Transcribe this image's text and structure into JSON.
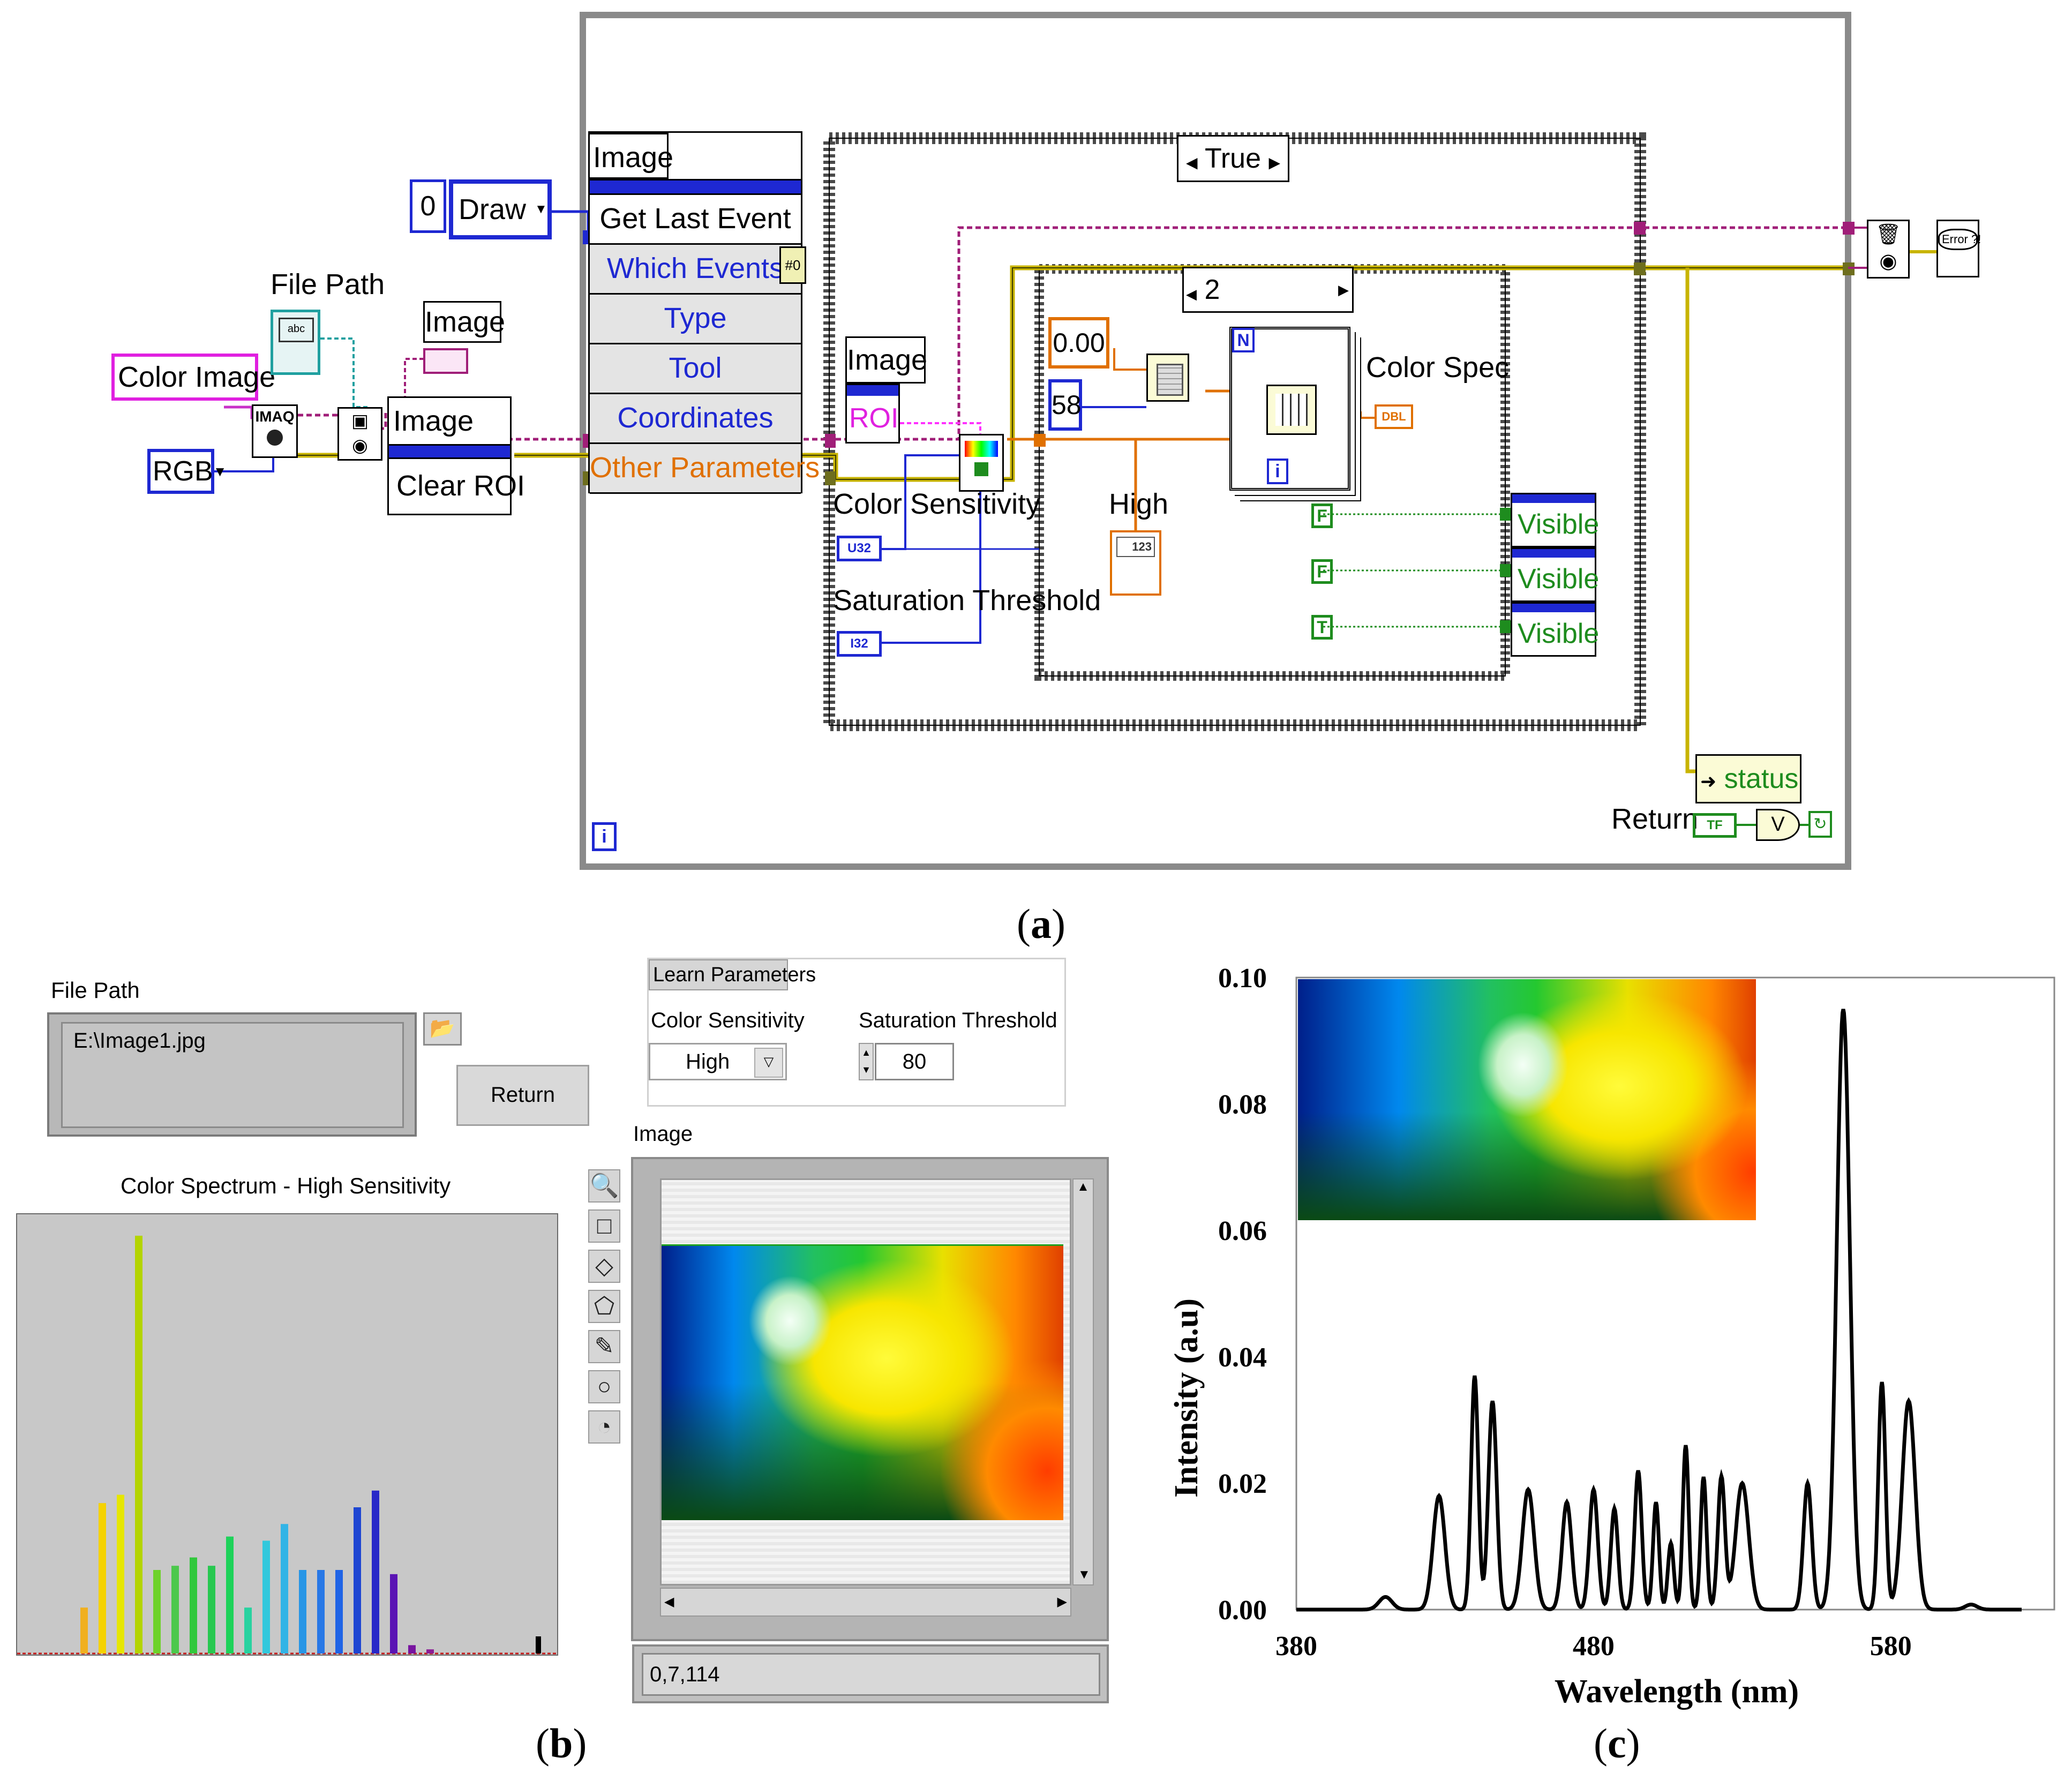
{
  "captions": {
    "a": "a",
    "b": "b",
    "c": "c"
  },
  "block_diagram": {
    "controls": {
      "color_image": "Color Image",
      "rgb": "RGB",
      "file_path": "File Path",
      "image_ref_top": "Image",
      "image_ref_mid": "Image",
      "clear_roi": "Clear ROI",
      "draw_index": "0",
      "draw_mode": "Draw",
      "imaq_label": "IMAQ"
    },
    "event_node": {
      "title": "Image",
      "items": [
        "Get Last Event",
        "Which Events",
        "Type",
        "Tool",
        "Coordinates",
        "Other Parameters"
      ],
      "which_events_badge": "#0"
    },
    "case_structure": {
      "selector": "True",
      "image_label": "Image",
      "roi_label": "ROI",
      "color_sensitivity": "Color Sensitivity",
      "u32": "U32",
      "saturation_threshold": "Saturation Threshold",
      "i32": "I32"
    },
    "inner_case": {
      "selector": "2",
      "const_a": "0.00",
      "const_b": "58",
      "n_label": "N",
      "i_label": "i",
      "color_spec": "Color Spec",
      "dbl": "DBL",
      "high": "High",
      "high_icon": "123",
      "bool_1": "F",
      "bool_2": "F",
      "bool_3": "T",
      "visible_1": "Visible",
      "visible_2": "Visible",
      "visible_3": "Visible"
    },
    "loop": {
      "iteration": "i",
      "status": "status",
      "return": "Return",
      "tf": "TF",
      "or_gate": "V",
      "error_icon": "Error ?!"
    }
  },
  "front_panel": {
    "file_path_label": "File Path",
    "file_path_value": "E:\\Image1.jpg",
    "return_button": "Return",
    "learn_parameters": "Learn Parameters",
    "color_sensitivity_label": "Color Sensitivity",
    "color_sensitivity_value": "High",
    "saturation_threshold_label": "Saturation Threshold",
    "saturation_threshold_value": "80",
    "image_label": "Image",
    "status_value": "0,7,114",
    "histogram_title": "Color Spectrum - High Sensitivity",
    "tools": [
      "zoom-tool",
      "rectangle-tool",
      "rotated-rect-tool",
      "polygon-tool",
      "freehand-tool",
      "oval-tool",
      "annulus-tool"
    ],
    "histogram_bars": [
      {
        "v": 0.11,
        "c": "#f0b020"
      },
      {
        "v": 0.36,
        "c": "#f5d200"
      },
      {
        "v": 0.38,
        "c": "#e6e600"
      },
      {
        "v": 1.0,
        "c": "#b4d400"
      },
      {
        "v": 0.2,
        "c": "#6ed22a"
      },
      {
        "v": 0.21,
        "c": "#4cc84c"
      },
      {
        "v": 0.23,
        "c": "#32c83c"
      },
      {
        "v": 0.21,
        "c": "#28c850"
      },
      {
        "v": 0.28,
        "c": "#1ed25a"
      },
      {
        "v": 0.11,
        "c": "#28d2a0"
      },
      {
        "v": 0.27,
        "c": "#32c8dc"
      },
      {
        "v": 0.31,
        "c": "#32b4e6"
      },
      {
        "v": 0.2,
        "c": "#2896e6"
      },
      {
        "v": 0.2,
        "c": "#2878e6"
      },
      {
        "v": 0.2,
        "c": "#2064e6"
      },
      {
        "v": 0.35,
        "c": "#1e46d2"
      },
      {
        "v": 0.39,
        "c": "#2828c8"
      },
      {
        "v": 0.19,
        "c": "#5a14b4"
      },
      {
        "v": 0.02,
        "c": "#7814a0"
      },
      {
        "v": 0.01,
        "c": "#8c1e96"
      }
    ]
  },
  "chart_data": {
    "type": "line",
    "xlabel": "Wavelength (nm)",
    "ylabel": "Intensity  (a.u)",
    "xlim": [
      380,
      635
    ],
    "ylim": [
      0,
      0.1
    ],
    "xticks": [
      380,
      480,
      580
    ],
    "yticks": [
      0.0,
      0.02,
      0.04,
      0.06,
      0.08,
      0.1
    ],
    "ytick_labels": [
      "0.00",
      "0.02",
      "0.04",
      "0.06",
      "0.08",
      "0.10"
    ],
    "grid": false,
    "peaks": [
      [
        410,
        0.002,
        2.2
      ],
      [
        428,
        0.018,
        2.0
      ],
      [
        440,
        0.037,
        1.2
      ],
      [
        446,
        0.033,
        1.4
      ],
      [
        458,
        0.019,
        2.0
      ],
      [
        471,
        0.017,
        1.6
      ],
      [
        480,
        0.019,
        1.4
      ],
      [
        487,
        0.016,
        1.2
      ],
      [
        495,
        0.022,
        1.2
      ],
      [
        501,
        0.017,
        1.0
      ],
      [
        506,
        0.0105,
        1.0
      ],
      [
        511,
        0.026,
        1.0
      ],
      [
        517,
        0.021,
        1.0
      ],
      [
        523,
        0.021,
        1.2
      ],
      [
        530,
        0.02,
        2.2
      ],
      [
        552,
        0.02,
        1.4
      ],
      [
        564,
        0.095,
        2.2
      ],
      [
        577,
        0.036,
        1.2
      ],
      [
        586,
        0.033,
        2.2
      ],
      [
        607,
        0.0008,
        2.0
      ]
    ]
  }
}
